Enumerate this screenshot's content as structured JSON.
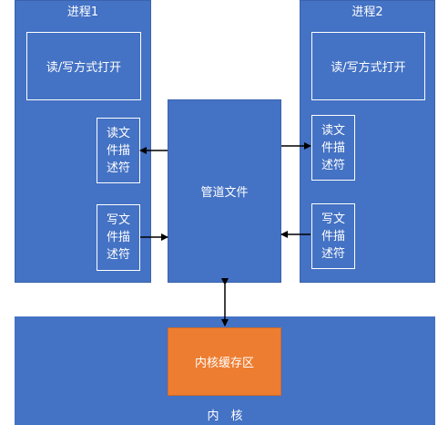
{
  "process1": {
    "title": "进程1",
    "open_mode": "读/写方式打开",
    "read_fd": "读文件描述符",
    "write_fd": "写文件描述符"
  },
  "process2": {
    "title": "进程2",
    "open_mode": "读/写方式打开",
    "read_fd": "读文件描述符",
    "write_fd": "写文件描述符"
  },
  "pipe_file": "管道文件",
  "kernel": {
    "label": "内　核",
    "buffer": "内核缓存区"
  },
  "colors": {
    "box_blue": "#4472c4",
    "buffer_orange": "#ed7d31",
    "arrow": "#000000"
  }
}
